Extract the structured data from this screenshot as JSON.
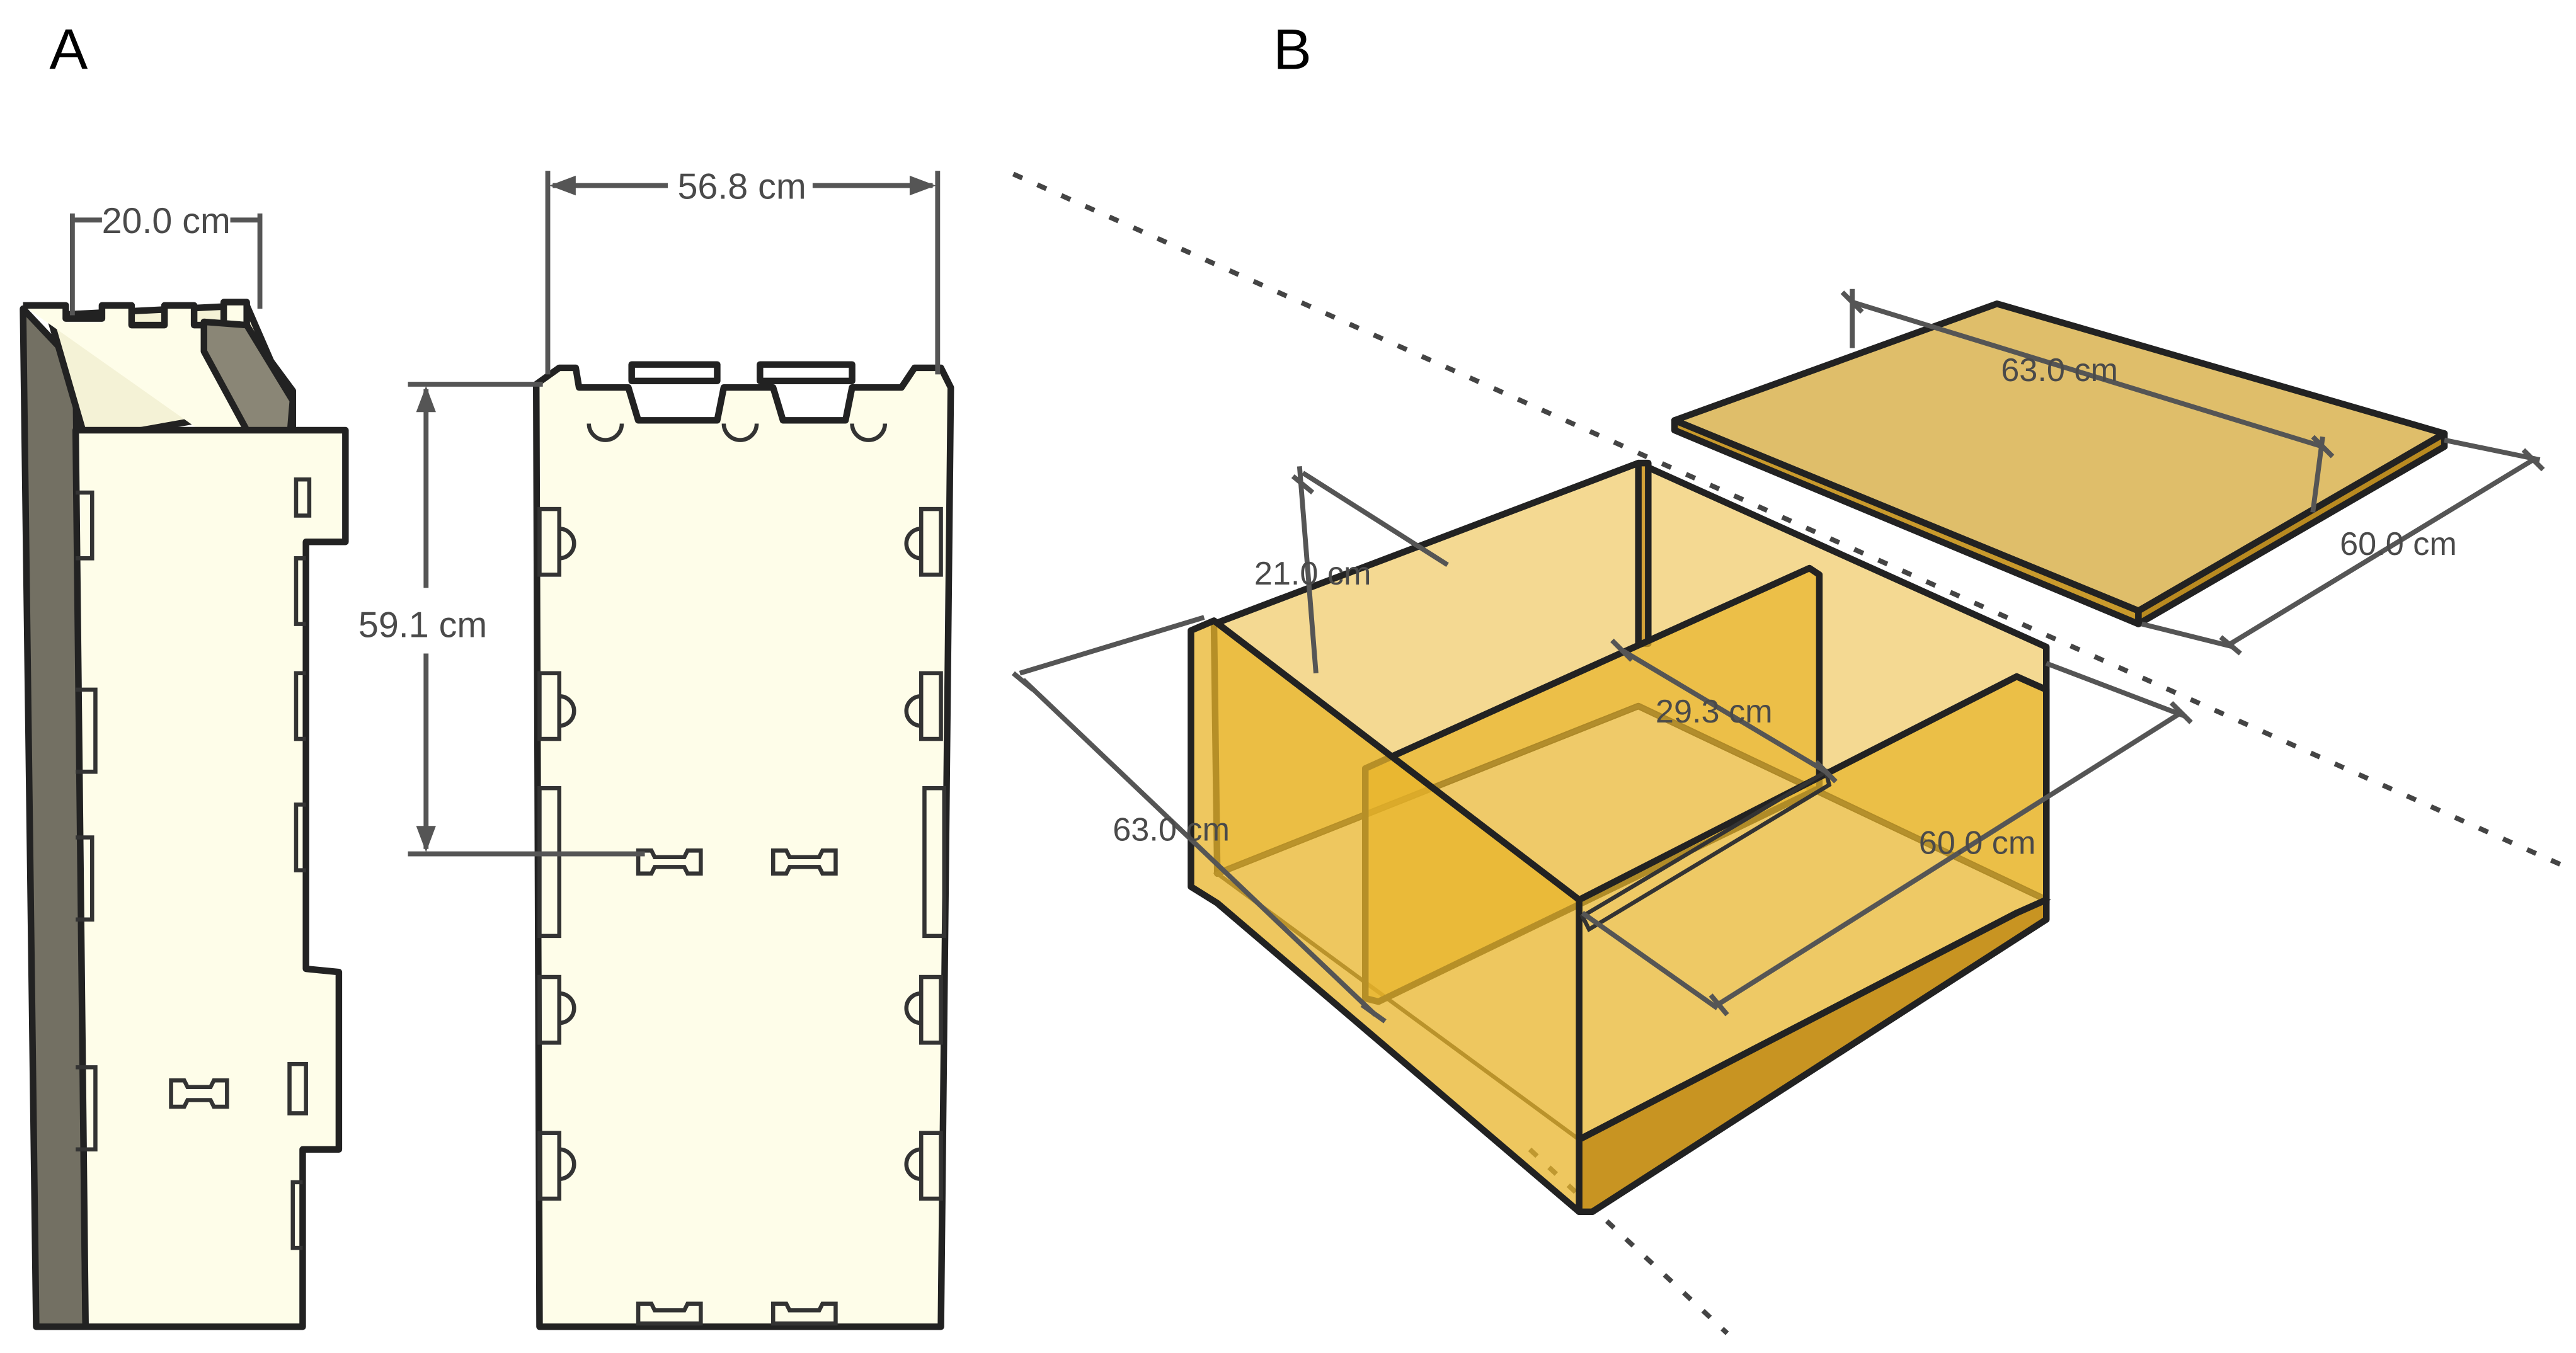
{
  "panels": {
    "a": {
      "label": "A"
    },
    "b": {
      "label": "B"
    }
  },
  "dimensions": {
    "a_tower_width": "20.0 cm",
    "a_panel_width": "56.8 cm",
    "a_panel_height": "59.1 cm",
    "b_lid_length": "63.0 cm",
    "b_lid_width": "60.0 cm",
    "b_box_height": "21.0 cm",
    "b_divider_gap": "29.3 cm",
    "b_box_length": "63.0 cm",
    "b_box_width": "60.0 cm"
  },
  "colors": {
    "tower_face": "#fefde9",
    "tower_side": "#737063",
    "box_amber": "#e8b42a",
    "lid_amber": "#d9b350"
  }
}
